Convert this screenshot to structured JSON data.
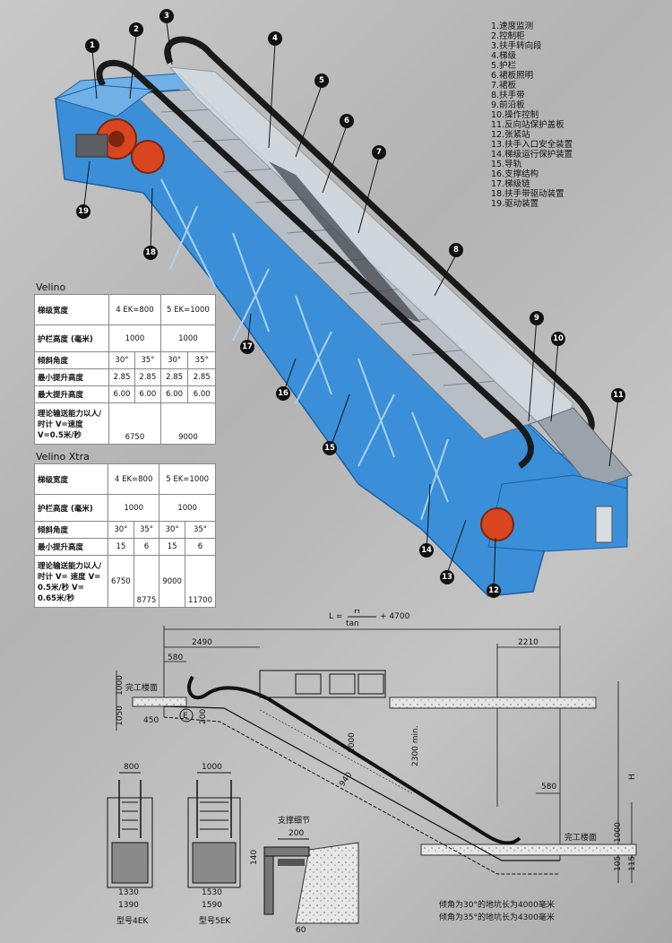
{
  "legend": [
    "1.速度监测",
    "2.控制柜",
    "3.扶手转向段",
    "4.梯级",
    "5.护栏",
    "6.裙板照明",
    "7.裙板",
    "8.扶手带",
    "9.前沿板",
    "10.操作控制",
    "11.反向站保护盖板",
    "12.张紧站",
    "13.扶手入口安全装置",
    "14.梯级运行保护装置",
    "15.导轨",
    "16.支撑结构",
    "17.梯级链",
    "18.扶手带驱动装置",
    "19.驱动装置"
  ],
  "callouts": [
    "1",
    "2",
    "3",
    "4",
    "5",
    "6",
    "7",
    "8",
    "9",
    "10",
    "11",
    "12",
    "13",
    "14",
    "15",
    "16",
    "17",
    "18",
    "19"
  ],
  "velino": {
    "title": "Velino",
    "header": {
      "label": "梯级宽度",
      "col1": "4 EK=800",
      "col2": "5 EK=1000"
    },
    "rail_height": {
      "label": "护栏高度 (毫米)",
      "v1": "1000",
      "v2": "1000"
    },
    "angle": {
      "label": "倾斜角度",
      "a": "30°",
      "b": "35°",
      "c": "30°",
      "d": "35°"
    },
    "min_rise": {
      "label": "最小提升高度",
      "a": "2.85",
      "b": "2.85",
      "c": "2.85",
      "d": "2.85"
    },
    "max_rise": {
      "label": "最大提升高度",
      "a": "6.00",
      "b": "6.00",
      "c": "6.00",
      "d": "6.00"
    },
    "capacity": {
      "label": "理论输送能力以人/时计 V=速度 V=0.5米/秒",
      "v1": "6750",
      "v2": "9000"
    }
  },
  "velino_xtra": {
    "title": "Velino Xtra",
    "header": {
      "label": "梯级宽度",
      "col1": "4 EK=800",
      "col2": "5 EK=1000"
    },
    "rail_height": {
      "label": "护栏高度 (毫米)",
      "v1": "1000",
      "v2": "1000"
    },
    "angle": {
      "label": "倾斜角度",
      "a": "30°",
      "b": "35°",
      "c": "30°",
      "d": "35°"
    },
    "min_rise": {
      "label": "最小提升高度",
      "a": "15",
      "b": "6",
      "c": "15",
      "d": "6"
    },
    "capacity": {
      "label": "理论输送能力以人/时计 V= 速度 V= 0.5米/秒 V= 0.65米/秒",
      "a": "6750",
      "b": "8775",
      "c": "9000",
      "d": "11700"
    }
  },
  "drawing": {
    "formula_L": "L =",
    "formula_H": "H",
    "formula_tan": "tan",
    "formula_plus": "+ 4700",
    "dim_2490": "2490",
    "dim_2210": "2210",
    "dim_580_top": "580",
    "dim_580_right": "580",
    "dim_450": "450",
    "dim_200": "200",
    "dim_1050_left": "1050",
    "dim_1000_left": "1000",
    "dim_1000_diag": "1000",
    "dim_940": "940",
    "dim_2300": "2300 min.",
    "dim_H": "H",
    "dim_1000_right": "1000",
    "dim_1050_right": "1050",
    "dim_1150": "1150",
    "floor_label_left": "完工楼面",
    "floor_label_right": "完工楼面",
    "circle_E": "E",
    "support_title": "支撑细节",
    "dim_200_support": "200",
    "dim_140": "140",
    "dim_60": "60",
    "pit_30": "倾角为30°的地坑长为4000毫米",
    "pit_35": "倾角为35°的地坑长为4300毫米",
    "section_4ek": {
      "top": "800",
      "inner": "1330",
      "outer": "1390",
      "label": "型号4EK"
    },
    "section_5ek": {
      "top": "1000",
      "inner": "1530",
      "outer": "1590",
      "label": "型号5EK"
    }
  },
  "colors": {
    "truss": "#3a8fd8",
    "truss_dark": "#1e5f9e",
    "handrail": "#1a1a1a",
    "motor": "#d8451e",
    "step": "#9aa3ab"
  }
}
